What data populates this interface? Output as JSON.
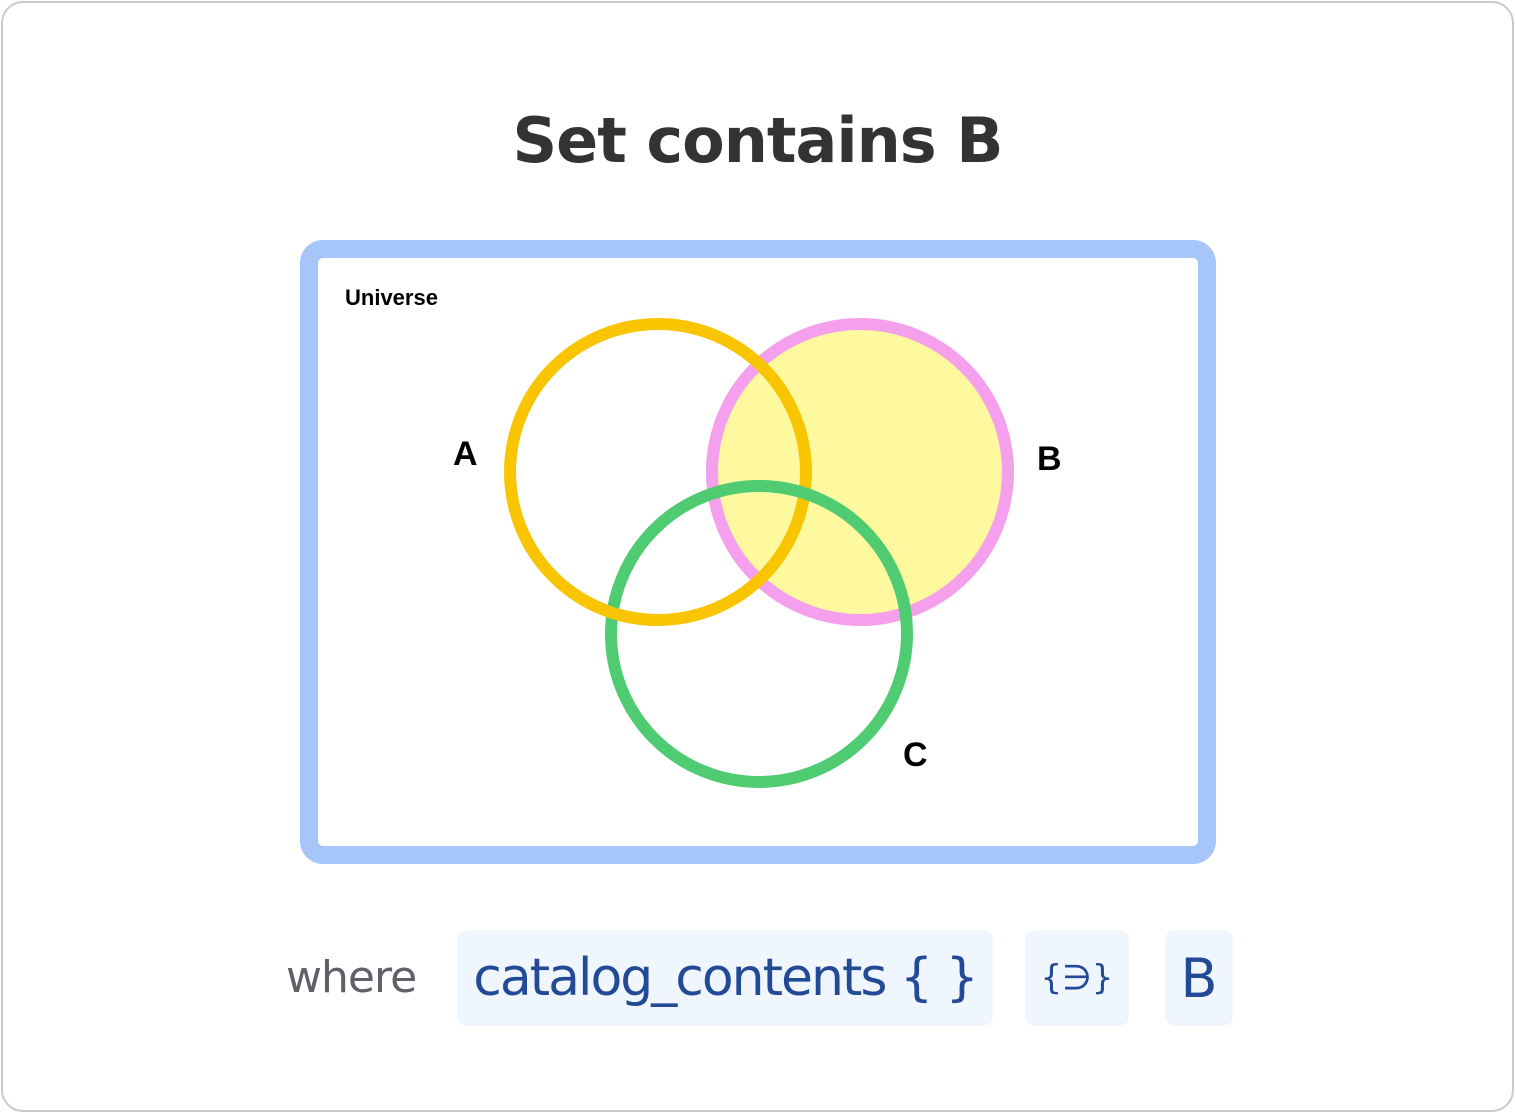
{
  "title": "Set contains B",
  "diagram": {
    "universe_label": "Universe",
    "sets": [
      {
        "name": "A",
        "label": "A",
        "stroke": "#f9c400",
        "fill": "none"
      },
      {
        "name": "B",
        "label": "B",
        "stroke": "#f5a0ec",
        "fill": "#fef99e",
        "highlighted": true
      },
      {
        "name": "C",
        "label": "C",
        "stroke": "#4fcb72",
        "fill": "none"
      }
    ],
    "universe_border_color": "#a6c6f9"
  },
  "expression": {
    "where_label": "where",
    "variable": "catalog_contents { }",
    "operator": "{∋}",
    "value": "B"
  }
}
